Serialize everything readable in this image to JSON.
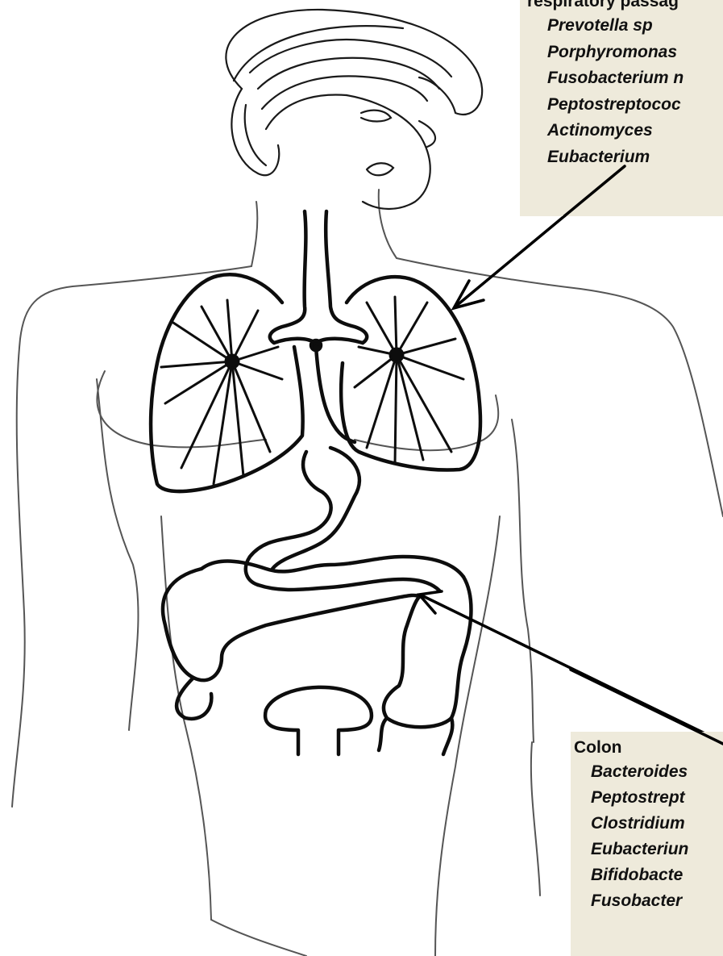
{
  "respiratory_box": {
    "heading": "respiratory passag",
    "organisms": [
      "Prevotella sp",
      "Porphyromonas",
      "Fusobacterium n",
      "Peptostreptococ",
      "Actinomyces",
      "Eubacterium"
    ]
  },
  "colon_box": {
    "heading": "Colon",
    "organisms": [
      "Bacteroides",
      "Peptostrept",
      "Clostridium",
      "Eubacteriun",
      "Bifidobacte",
      "Fusobacter"
    ]
  },
  "colors": {
    "label_box_background": "#eeeadb",
    "line_art": "#1a1a1a",
    "arrow": "#000000"
  }
}
